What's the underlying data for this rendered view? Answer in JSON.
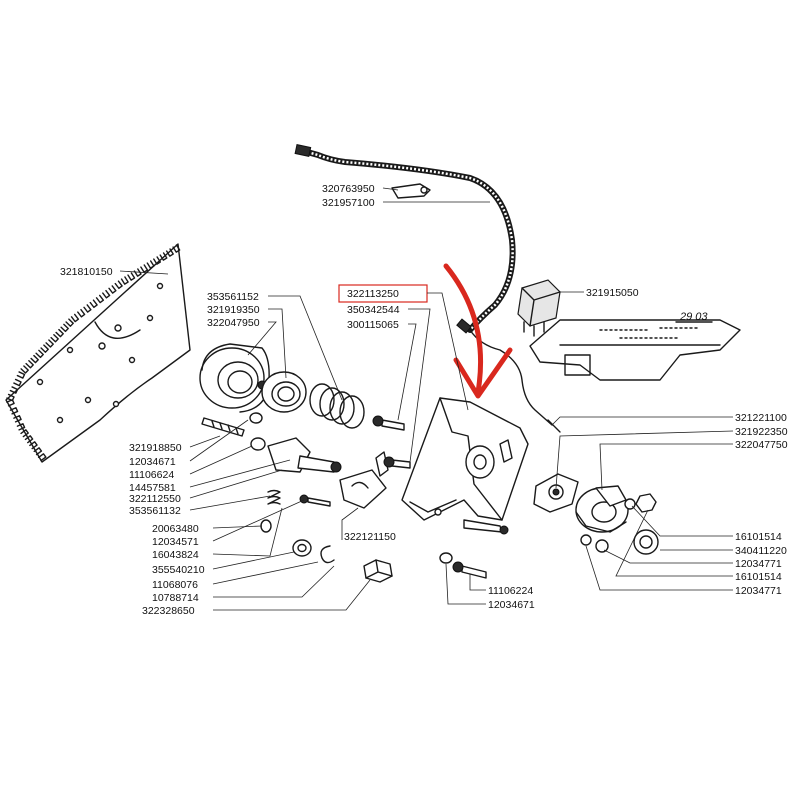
{
  "drawing_stamp": "29 03",
  "highlighted_part": "322113250",
  "colors": {
    "arrow": "#d9281e",
    "highlight_box": "#d9281e",
    "ink": "#1a1a1a"
  },
  "parts": {
    "p320763950": "320763950",
    "p321957100": "321957100",
    "p321810150": "321810150",
    "p353561152": "353561152",
    "p321919350": "321919350",
    "p322047950": "322047950",
    "p322113250": "322113250",
    "p350342544": "350342544",
    "p300115065": "300115065",
    "p321915050": "321915050",
    "p321918850": "321918850",
    "p12034671_a": "12034671",
    "p11106624_a": "11106624",
    "p14457581": "14457581",
    "p322112550": "322112550",
    "p353561132": "353561132",
    "p20063480": "20063480",
    "p12034571": "12034571",
    "p16043824": "16043824",
    "p322121150": "322121150",
    "p355540210": "355540210",
    "p11068076": "11068076",
    "p10788714": "10788714",
    "p322328650": "322328650",
    "p11106224_b": "11106224",
    "p12034671_b": "12034671",
    "p321221100": "321221100",
    "p321922350": "321922350",
    "p322047750": "322047750",
    "p16101514_a": "16101514",
    "p340411220": "340411220",
    "p12034771_a": "12034771",
    "p16101514_b": "16101514",
    "p12034771_b": "12034771"
  }
}
